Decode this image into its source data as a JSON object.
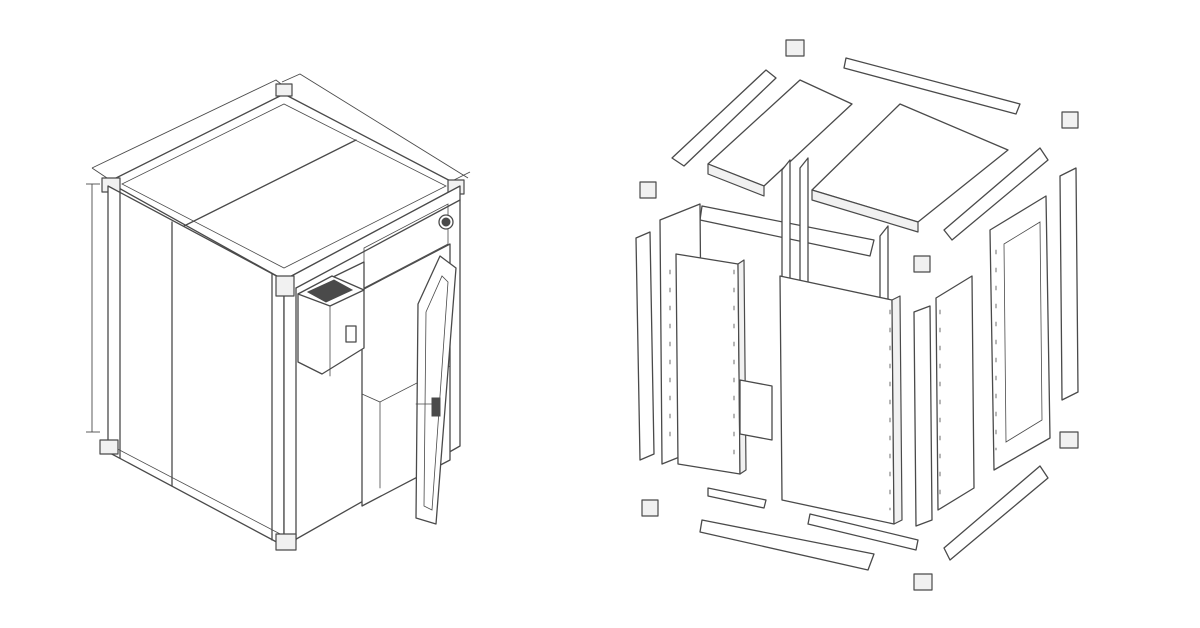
{
  "figure": {
    "background": "#ffffff",
    "line_color": "#4a4a4a"
  },
  "views": [
    {
      "id": "assembled-cold-room",
      "icon": "cold-room-assembled-drawing"
    },
    {
      "id": "exploded-cold-room",
      "icon": "cold-room-exploded-drawing"
    }
  ]
}
